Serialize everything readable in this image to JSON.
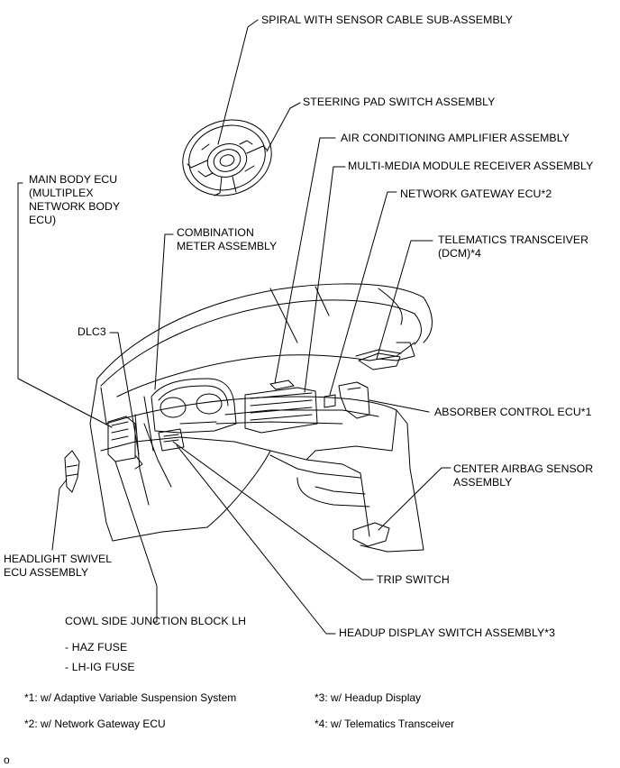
{
  "labels": {
    "spiral": "SPIRAL WITH SENSOR CABLE SUB-ASSEMBLY",
    "steering_pad": "STEERING PAD SWITCH ASSEMBLY",
    "air_conditioning": "AIR CONDITIONING AMPLIFIER ASSEMBLY",
    "multimedia": "MULTI-MEDIA MODULE RECEIVER ASSEMBLY",
    "network_gateway": "NETWORK GATEWAY ECU*2",
    "main_body_ecu": [
      "MAIN BODY ECU",
      "(MULTIPLEX",
      "NETWORK BODY",
      "ECU)"
    ],
    "combination_meter": [
      "COMBINATION",
      "METER ASSEMBLY"
    ],
    "telematics": [
      "TELEMATICS TRANSCEIVER",
      "(DCM)*4"
    ],
    "dlc3": "DLC3",
    "absorber": "ABSORBER CONTROL ECU*1",
    "center_airbag": [
      "CENTER AIRBAG SENSOR",
      "ASSEMBLY"
    ],
    "headlight_swivel": [
      "HEADLIGHT SWIVEL",
      "ECU ASSEMBLY"
    ],
    "trip_switch": "TRIP SWITCH",
    "cowl_side": "COWL SIDE JUNCTION BLOCK LH",
    "haz_fuse": "- HAZ FUSE",
    "lh_ig_fuse": "- LH-IG FUSE",
    "headup": "HEADUP DISPLAY SWITCH ASSEMBLY*3"
  },
  "footnotes": {
    "fn1": "*1: w/ Adaptive Variable Suspension System",
    "fn2": "*2: w/ Network Gateway ECU",
    "fn3": "*3: w/ Headup Display",
    "fn4": "*4: w/ Telematics Transceiver"
  },
  "corner_mark": "o"
}
